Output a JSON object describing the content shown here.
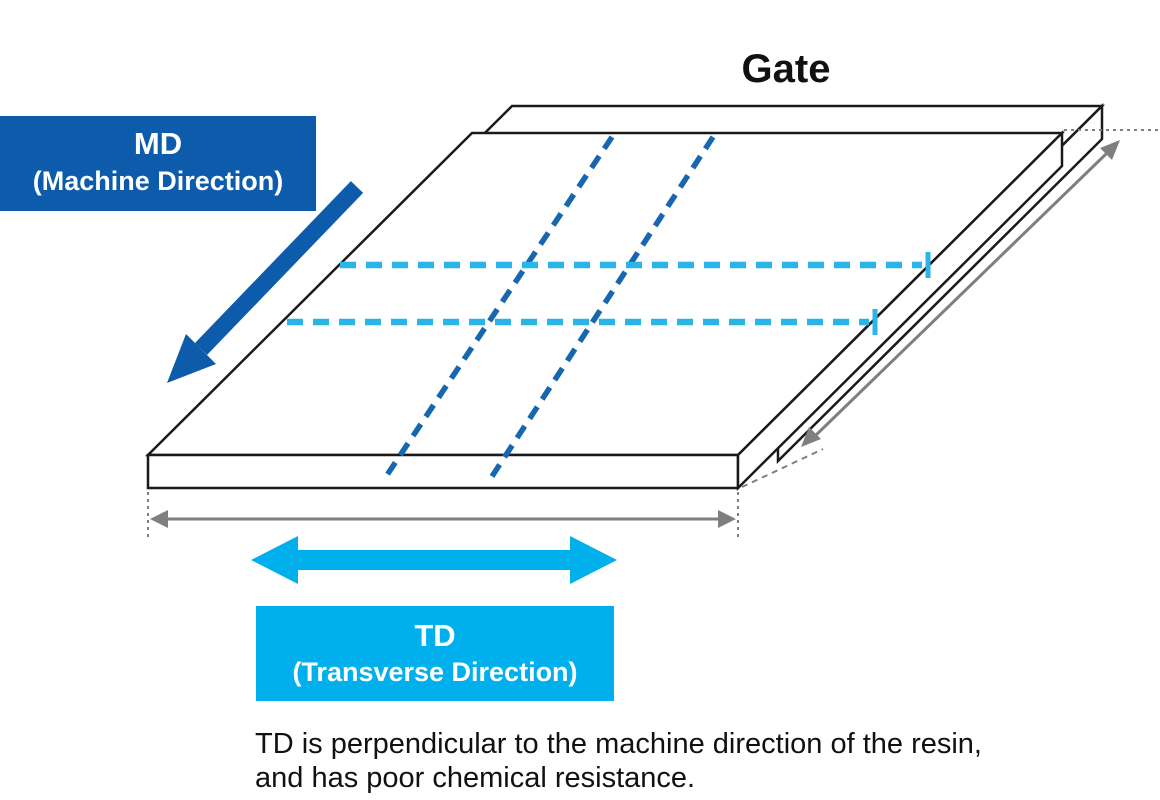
{
  "diagram": {
    "gate_label": "Gate",
    "md_box": {
      "title": "MD",
      "subtitle": "(Machine Direction)"
    },
    "td_box": {
      "title": "TD",
      "subtitle": "(Transverse Direction)"
    },
    "caption_line1": "TD is perpendicular to the machine direction of the resin,",
    "caption_line2": "and has poor chemical resistance.",
    "colors": {
      "md_blue": "#0d5cab",
      "td_cyan": "#00b0ec",
      "md_dash_blue": "#1666b0",
      "td_dash_cyan": "#2ab4e9",
      "measure_gray": "#7f7f7f",
      "outline_black": "#1a1a1a"
    }
  }
}
